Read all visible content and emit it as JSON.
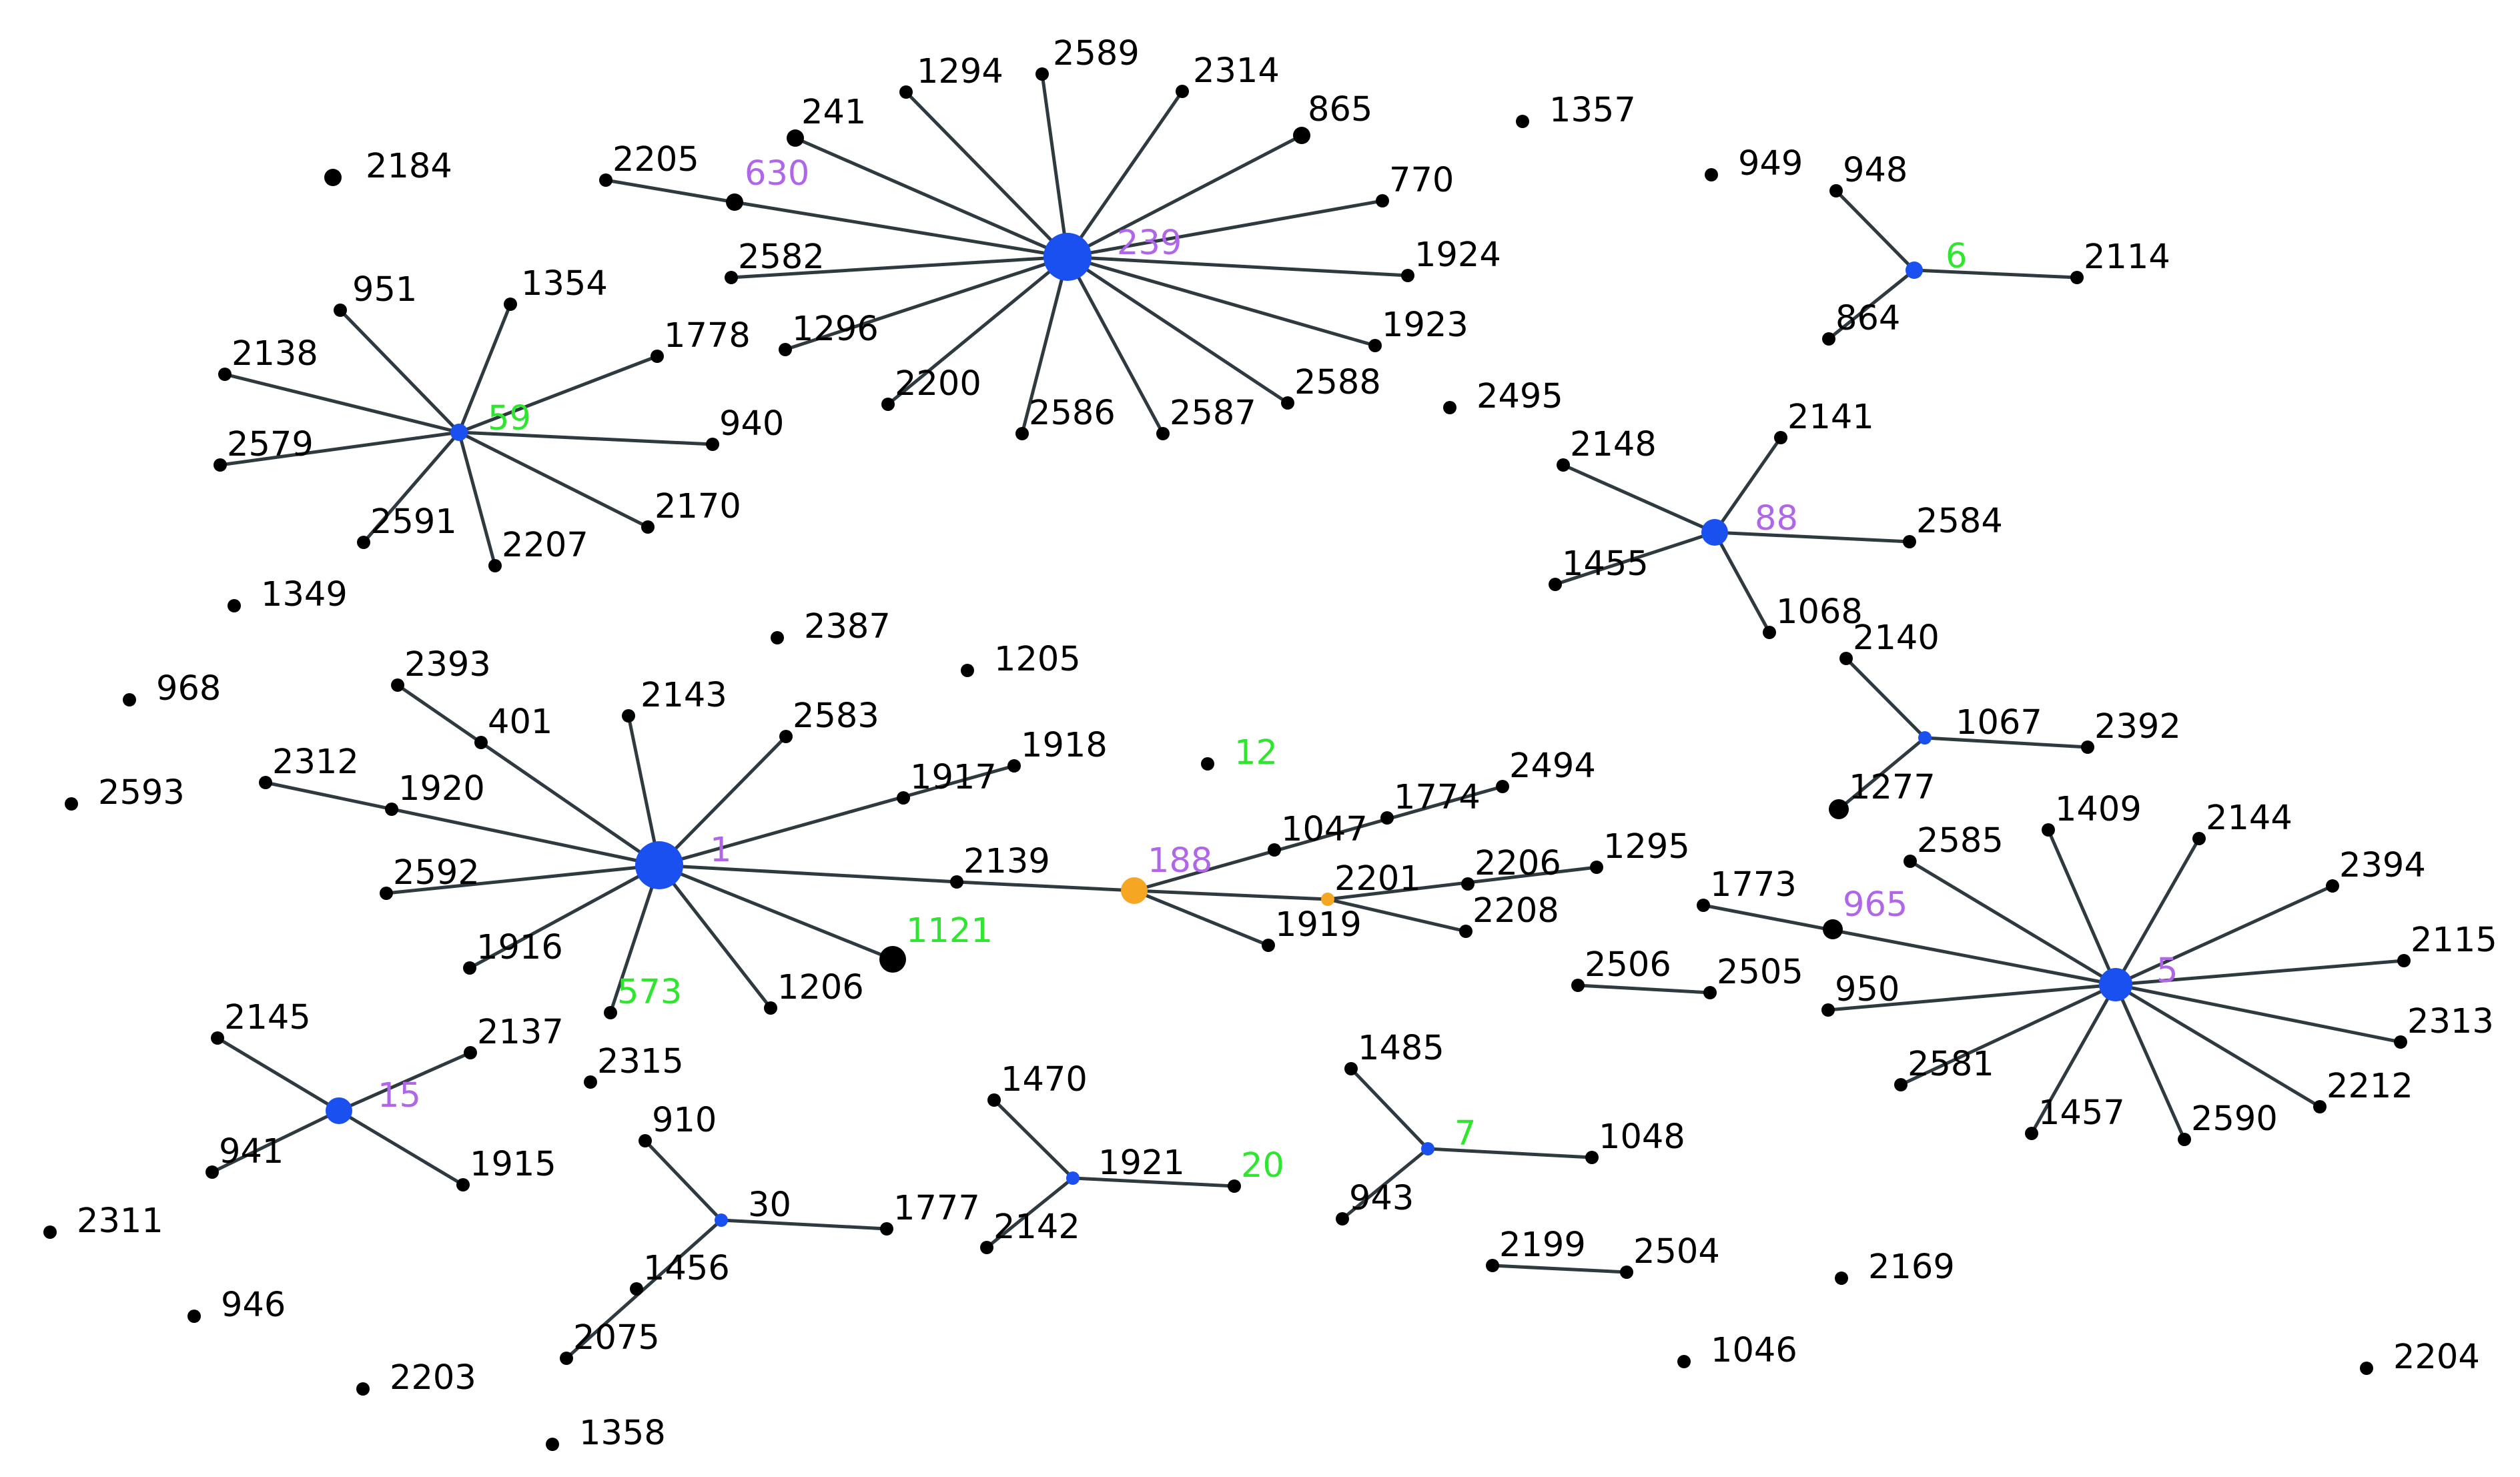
{
  "colors": {
    "background": "#ffffff",
    "edge": "#2f3a40",
    "node_default": "#000000",
    "hub_blue": "#1a4ff0",
    "node_orange": "#f5a623",
    "label_default": "#000000",
    "label_purple": "#b066e8",
    "label_green": "#2ee62e"
  },
  "nodes": [
    {
      "id": "1294",
      "label": "1294",
      "color": "black",
      "label_color": "default"
    },
    {
      "id": "2589",
      "label": "2589",
      "color": "black",
      "label_color": "default"
    },
    {
      "id": "2314",
      "label": "2314",
      "color": "black",
      "label_color": "default"
    },
    {
      "id": "865",
      "label": "865",
      "color": "black",
      "label_color": "default"
    },
    {
      "id": "241",
      "label": "241",
      "color": "black",
      "label_color": "default"
    },
    {
      "id": "2205",
      "label": "2205",
      "color": "black",
      "label_color": "default"
    },
    {
      "id": "630",
      "label": "630",
      "color": "black",
      "label_color": "purple"
    },
    {
      "id": "770",
      "label": "770",
      "color": "black",
      "label_color": "default"
    },
    {
      "id": "2582",
      "label": "2582",
      "color": "black",
      "label_color": "default"
    },
    {
      "id": "239",
      "label": "239",
      "color": "blue",
      "label_color": "purple"
    },
    {
      "id": "1924",
      "label": "1924",
      "color": "black",
      "label_color": "default"
    },
    {
      "id": "1296",
      "label": "1296",
      "color": "black",
      "label_color": "default"
    },
    {
      "id": "1923",
      "label": "1923",
      "color": "black",
      "label_color": "default"
    },
    {
      "id": "2200",
      "label": "2200",
      "color": "black",
      "label_color": "default"
    },
    {
      "id": "2588",
      "label": "2588",
      "color": "black",
      "label_color": "default"
    },
    {
      "id": "2586",
      "label": "2586",
      "color": "black",
      "label_color": "default"
    },
    {
      "id": "2587",
      "label": "2587",
      "color": "black",
      "label_color": "default"
    },
    {
      "id": "2184",
      "label": "2184",
      "color": "black",
      "label_color": "default"
    },
    {
      "id": "1357",
      "label": "1357",
      "color": "black",
      "label_color": "default"
    },
    {
      "id": "949",
      "label": "949",
      "color": "black",
      "label_color": "default"
    },
    {
      "id": "948",
      "label": "948",
      "color": "black",
      "label_color": "default"
    },
    {
      "id": "6",
      "label": "6",
      "color": "blue",
      "label_color": "green"
    },
    {
      "id": "2114",
      "label": "2114",
      "color": "black",
      "label_color": "default"
    },
    {
      "id": "864",
      "label": "864",
      "color": "black",
      "label_color": "default"
    },
    {
      "id": "951",
      "label": "951",
      "color": "black",
      "label_color": "default"
    },
    {
      "id": "1354",
      "label": "1354",
      "color": "black",
      "label_color": "default"
    },
    {
      "id": "1778",
      "label": "1778",
      "color": "black",
      "label_color": "default"
    },
    {
      "id": "2138",
      "label": "2138",
      "color": "black",
      "label_color": "default"
    },
    {
      "id": "59",
      "label": "59",
      "color": "blue",
      "label_color": "green"
    },
    {
      "id": "2579",
      "label": "2579",
      "color": "black",
      "label_color": "default"
    },
    {
      "id": "940",
      "label": "940",
      "color": "black",
      "label_color": "default"
    },
    {
      "id": "2170",
      "label": "2170",
      "color": "black",
      "label_color": "default"
    },
    {
      "id": "2591",
      "label": "2591",
      "color": "black",
      "label_color": "default"
    },
    {
      "id": "2207",
      "label": "2207",
      "color": "black",
      "label_color": "default"
    },
    {
      "id": "1349",
      "label": "1349",
      "color": "black",
      "label_color": "default"
    },
    {
      "id": "2495",
      "label": "2495",
      "color": "black",
      "label_color": "default"
    },
    {
      "id": "2148",
      "label": "2148",
      "color": "black",
      "label_color": "default"
    },
    {
      "id": "2141",
      "label": "2141",
      "color": "black",
      "label_color": "default"
    },
    {
      "id": "88",
      "label": "88",
      "color": "blue",
      "label_color": "purple"
    },
    {
      "id": "2584",
      "label": "2584",
      "color": "black",
      "label_color": "default"
    },
    {
      "id": "1455",
      "label": "1455",
      "color": "black",
      "label_color": "default"
    },
    {
      "id": "1068",
      "label": "1068",
      "color": "black",
      "label_color": "default"
    },
    {
      "id": "2140",
      "label": "2140",
      "color": "black",
      "label_color": "default"
    },
    {
      "id": "1067",
      "label": "1067",
      "color": "blue",
      "label_color": "default"
    },
    {
      "id": "2392",
      "label": "2392",
      "color": "black",
      "label_color": "default"
    },
    {
      "id": "1277",
      "label": "1277",
      "color": "black",
      "label_color": "default"
    },
    {
      "id": "2387",
      "label": "2387",
      "color": "black",
      "label_color": "default"
    },
    {
      "id": "1205",
      "label": "1205",
      "color": "black",
      "label_color": "default"
    },
    {
      "id": "968",
      "label": "968",
      "color": "black",
      "label_color": "default"
    },
    {
      "id": "2393",
      "label": "2393",
      "color": "black",
      "label_color": "default"
    },
    {
      "id": "401",
      "label": "401",
      "color": "black",
      "label_color": "default"
    },
    {
      "id": "2143",
      "label": "2143",
      "color": "black",
      "label_color": "default"
    },
    {
      "id": "2583",
      "label": "2583",
      "color": "black",
      "label_color": "default"
    },
    {
      "id": "1918",
      "label": "1918",
      "color": "black",
      "label_color": "default"
    },
    {
      "id": "1917",
      "label": "1917",
      "color": "black",
      "label_color": "default"
    },
    {
      "id": "12",
      "label": "12",
      "color": "black",
      "label_color": "green"
    },
    {
      "id": "2312",
      "label": "2312",
      "color": "black",
      "label_color": "default"
    },
    {
      "id": "1920",
      "label": "1920",
      "color": "black",
      "label_color": "default"
    },
    {
      "id": "2593",
      "label": "2593",
      "color": "black",
      "label_color": "default"
    },
    {
      "id": "2592",
      "label": "2592",
      "color": "black",
      "label_color": "default"
    },
    {
      "id": "1",
      "label": "1",
      "color": "blue",
      "label_color": "purple"
    },
    {
      "id": "2139",
      "label": "2139",
      "color": "black",
      "label_color": "default"
    },
    {
      "id": "188",
      "label": "188",
      "color": "orange",
      "label_color": "purple"
    },
    {
      "id": "1047",
      "label": "1047",
      "color": "black",
      "label_color": "default"
    },
    {
      "id": "1774",
      "label": "1774",
      "color": "black",
      "label_color": "default"
    },
    {
      "id": "2494",
      "label": "2494",
      "color": "black",
      "label_color": "default"
    },
    {
      "id": "2201",
      "label": "2201",
      "color": "orange",
      "label_color": "default"
    },
    {
      "id": "2206",
      "label": "2206",
      "color": "black",
      "label_color": "default"
    },
    {
      "id": "1295",
      "label": "1295",
      "color": "black",
      "label_color": "default"
    },
    {
      "id": "2208",
      "label": "2208",
      "color": "black",
      "label_color": "default"
    },
    {
      "id": "1919",
      "label": "1919",
      "color": "black",
      "label_color": "default"
    },
    {
      "id": "1916",
      "label": "1916",
      "color": "black",
      "label_color": "default"
    },
    {
      "id": "1121",
      "label": "1121",
      "color": "black",
      "label_color": "green"
    },
    {
      "id": "573",
      "label": "573",
      "color": "black",
      "label_color": "green"
    },
    {
      "id": "1206",
      "label": "1206",
      "color": "black",
      "label_color": "default"
    },
    {
      "id": "2315",
      "label": "2315",
      "color": "black",
      "label_color": "default"
    },
    {
      "id": "1773",
      "label": "1773",
      "color": "black",
      "label_color": "default"
    },
    {
      "id": "965",
      "label": "965",
      "color": "black",
      "label_color": "purple"
    },
    {
      "id": "2585",
      "label": "2585",
      "color": "black",
      "label_color": "default"
    },
    {
      "id": "1409",
      "label": "1409",
      "color": "black",
      "label_color": "default"
    },
    {
      "id": "2144",
      "label": "2144",
      "color": "black",
      "label_color": "default"
    },
    {
      "id": "2394",
      "label": "2394",
      "color": "black",
      "label_color": "default"
    },
    {
      "id": "2115",
      "label": "2115",
      "color": "black",
      "label_color": "default"
    },
    {
      "id": "5",
      "label": "5",
      "color": "blue",
      "label_color": "purple"
    },
    {
      "id": "950",
      "label": "950",
      "color": "black",
      "label_color": "default"
    },
    {
      "id": "2313",
      "label": "2313",
      "color": "black",
      "label_color": "default"
    },
    {
      "id": "2581",
      "label": "2581",
      "color": "black",
      "label_color": "default"
    },
    {
      "id": "2212",
      "label": "2212",
      "color": "black",
      "label_color": "default"
    },
    {
      "id": "1457",
      "label": "1457",
      "color": "black",
      "label_color": "default"
    },
    {
      "id": "2590",
      "label": "2590",
      "color": "black",
      "label_color": "default"
    },
    {
      "id": "2506",
      "label": "2506",
      "color": "black",
      "label_color": "default"
    },
    {
      "id": "2505",
      "label": "2505",
      "color": "black",
      "label_color": "default"
    },
    {
      "id": "2145",
      "label": "2145",
      "color": "black",
      "label_color": "default"
    },
    {
      "id": "2137",
      "label": "2137",
      "color": "black",
      "label_color": "default"
    },
    {
      "id": "15",
      "label": "15",
      "color": "blue",
      "label_color": "purple"
    },
    {
      "id": "941",
      "label": "941",
      "color": "black",
      "label_color": "default"
    },
    {
      "id": "1915",
      "label": "1915",
      "color": "black",
      "label_color": "default"
    },
    {
      "id": "2311",
      "label": "2311",
      "color": "black",
      "label_color": "default"
    },
    {
      "id": "910",
      "label": "910",
      "color": "black",
      "label_color": "default"
    },
    {
      "id": "30",
      "label": "30",
      "color": "blue",
      "label_color": "default"
    },
    {
      "id": "1777",
      "label": "1777",
      "color": "black",
      "label_color": "default"
    },
    {
      "id": "1456",
      "label": "1456",
      "color": "black",
      "label_color": "default"
    },
    {
      "id": "2075",
      "label": "2075",
      "color": "black",
      "label_color": "default"
    },
    {
      "id": "1470",
      "label": "1470",
      "color": "black",
      "label_color": "default"
    },
    {
      "id": "1921",
      "label": "1921",
      "color": "blue",
      "label_color": "default"
    },
    {
      "id": "20",
      "label": "20",
      "color": "black",
      "label_color": "green"
    },
    {
      "id": "2142",
      "label": "2142",
      "color": "black",
      "label_color": "default"
    },
    {
      "id": "1485",
      "label": "1485",
      "color": "black",
      "label_color": "default"
    },
    {
      "id": "7",
      "label": "7",
      "color": "blue",
      "label_color": "green"
    },
    {
      "id": "1048",
      "label": "1048",
      "color": "black",
      "label_color": "default"
    },
    {
      "id": "943",
      "label": "943",
      "color": "black",
      "label_color": "default"
    },
    {
      "id": "2199",
      "label": "2199",
      "color": "black",
      "label_color": "default"
    },
    {
      "id": "2504",
      "label": "2504",
      "color": "black",
      "label_color": "default"
    },
    {
      "id": "2169",
      "label": "2169",
      "color": "black",
      "label_color": "default"
    },
    {
      "id": "946",
      "label": "946",
      "color": "black",
      "label_color": "default"
    },
    {
      "id": "2203",
      "label": "2203",
      "color": "black",
      "label_color": "default"
    },
    {
      "id": "1358",
      "label": "1358",
      "color": "black",
      "label_color": "default"
    },
    {
      "id": "1046",
      "label": "1046",
      "color": "black",
      "label_color": "default"
    },
    {
      "id": "2204",
      "label": "2204",
      "color": "black",
      "label_color": "default"
    }
  ],
  "edges": [
    [
      "239",
      "1294"
    ],
    [
      "239",
      "2589"
    ],
    [
      "239",
      "2314"
    ],
    [
      "239",
      "865"
    ],
    [
      "239",
      "241"
    ],
    [
      "239",
      "630"
    ],
    [
      "630",
      "2205"
    ],
    [
      "239",
      "770"
    ],
    [
      "239",
      "2582"
    ],
    [
      "239",
      "1924"
    ],
    [
      "239",
      "1296"
    ],
    [
      "239",
      "1923"
    ],
    [
      "239",
      "2200"
    ],
    [
      "239",
      "2588"
    ],
    [
      "239",
      "2586"
    ],
    [
      "239",
      "2587"
    ],
    [
      "6",
      "948"
    ],
    [
      "6",
      "2114"
    ],
    [
      "6",
      "864"
    ],
    [
      "59",
      "951"
    ],
    [
      "59",
      "1354"
    ],
    [
      "59",
      "1778"
    ],
    [
      "59",
      "2138"
    ],
    [
      "59",
      "2579"
    ],
    [
      "59",
      "940"
    ],
    [
      "59",
      "2170"
    ],
    [
      "59",
      "2591"
    ],
    [
      "59",
      "2207"
    ],
    [
      "88",
      "2148"
    ],
    [
      "88",
      "2141"
    ],
    [
      "88",
      "2584"
    ],
    [
      "88",
      "1455"
    ],
    [
      "88",
      "1068"
    ],
    [
      "1067",
      "2140"
    ],
    [
      "1067",
      "2392"
    ],
    [
      "1067",
      "1277"
    ],
    [
      "1",
      "2393"
    ],
    [
      "1",
      "2143"
    ],
    [
      "1",
      "2583"
    ],
    [
      "1",
      "1918"
    ],
    [
      "1",
      "2312"
    ],
    [
      "1",
      "2592"
    ],
    [
      "1",
      "2139"
    ],
    [
      "1",
      "1916"
    ],
    [
      "1",
      "1121"
    ],
    [
      "1",
      "573"
    ],
    [
      "1",
      "1206"
    ],
    [
      "188",
      "2139"
    ],
    [
      "188",
      "2494"
    ],
    [
      "188",
      "1919"
    ],
    [
      "188",
      "2201"
    ],
    [
      "2201",
      "1295"
    ],
    [
      "2201",
      "2208"
    ],
    [
      "5",
      "1773"
    ],
    [
      "5",
      "2585"
    ],
    [
      "5",
      "1409"
    ],
    [
      "5",
      "2144"
    ],
    [
      "5",
      "2394"
    ],
    [
      "5",
      "2115"
    ],
    [
      "5",
      "950"
    ],
    [
      "5",
      "2313"
    ],
    [
      "5",
      "2581"
    ],
    [
      "5",
      "2212"
    ],
    [
      "5",
      "1457"
    ],
    [
      "5",
      "2590"
    ],
    [
      "2506",
      "2505"
    ],
    [
      "15",
      "2145"
    ],
    [
      "15",
      "2137"
    ],
    [
      "15",
      "941"
    ],
    [
      "15",
      "1915"
    ],
    [
      "30",
      "910"
    ],
    [
      "30",
      "1777"
    ],
    [
      "30",
      "2075"
    ],
    [
      "1921",
      "1470"
    ],
    [
      "1921",
      "20"
    ],
    [
      "1921",
      "2142"
    ],
    [
      "7",
      "1485"
    ],
    [
      "7",
      "1048"
    ],
    [
      "7",
      "943"
    ],
    [
      "2199",
      "2504"
    ]
  ]
}
